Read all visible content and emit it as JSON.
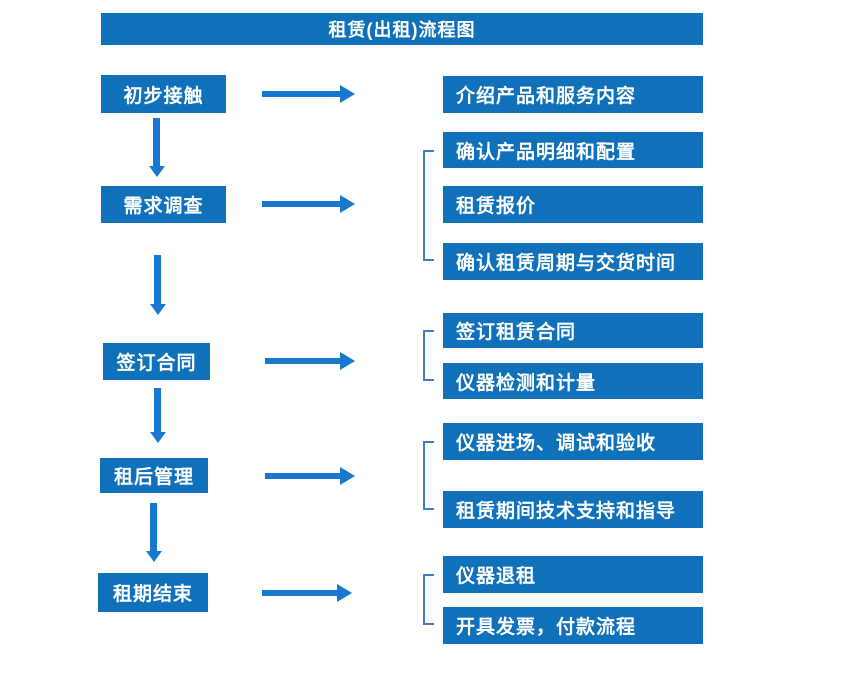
{
  "title": "租赁(出租)流程图",
  "colors": {
    "box_blue": "#0f71ba",
    "arrow_blue": "#1878d0",
    "bracket_blue": "#3a80c8",
    "text_white": "#ffffff"
  },
  "steps": [
    {
      "label": "初步接触"
    },
    {
      "label": "需求调查"
    },
    {
      "label": "签订合同"
    },
    {
      "label": "租后管理"
    },
    {
      "label": "租期结束"
    }
  ],
  "detail_groups": [
    {
      "items": [
        "介绍产品和服务内容"
      ]
    },
    {
      "items": [
        "确认产品明细和配置",
        "租赁报价",
        "确认租赁周期与交货时间"
      ]
    },
    {
      "items": [
        "签订租赁合同",
        "仪器检测和计量"
      ]
    },
    {
      "items": [
        "仪器进场、调试和验收",
        "租赁期间技术支持和指导"
      ]
    },
    {
      "items": [
        "仪器退租",
        "开具发票，付款流程"
      ]
    }
  ]
}
